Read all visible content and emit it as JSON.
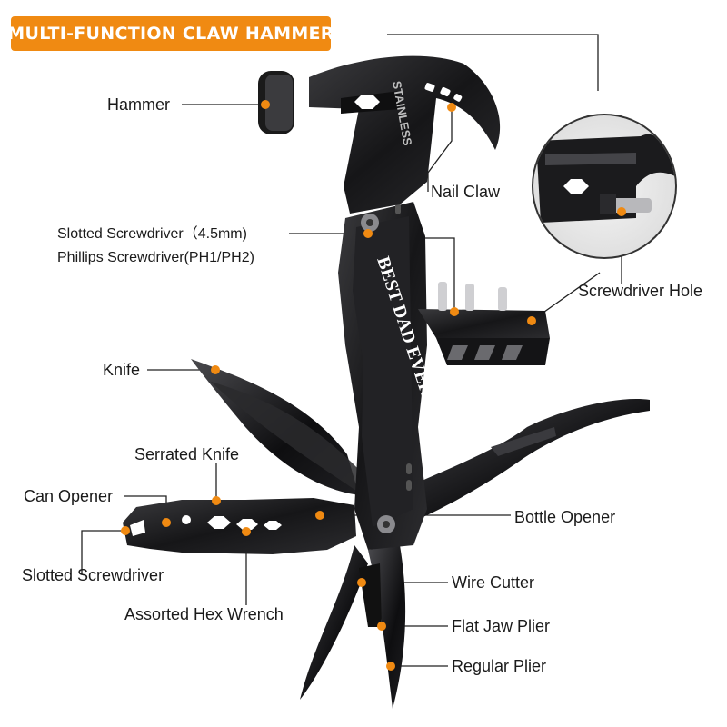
{
  "title": "MULTI-FUNCTION CLAW HAMMER",
  "engraving": "BEST DAD EVER",
  "blade_text": "STAINLESS",
  "accent_color": "#f08a12",
  "tool_color": "#1c1c1e",
  "labels": {
    "hammer": "Hammer",
    "nail_claw": "Nail Claw",
    "slotted_screwdriver_bit": "Slotted Screwdriver（4.5mm)",
    "phillips_screwdriver": "Phillips Screwdriver(PH1/PH2)",
    "screwdriver_hole": "Screwdriver Hole",
    "knife": "Knife",
    "serrated_knife": "Serrated Knife",
    "can_opener": "Can Opener",
    "slotted_screwdriver": "Slotted Screwdriver",
    "assorted_hex_wrench": "Assorted Hex Wrench",
    "bottle_opener": "Bottle Opener",
    "wire_cutter": "Wire Cutter",
    "flat_jaw_plier": "Flat Jaw Plier",
    "regular_plier": "Regular Plier"
  }
}
